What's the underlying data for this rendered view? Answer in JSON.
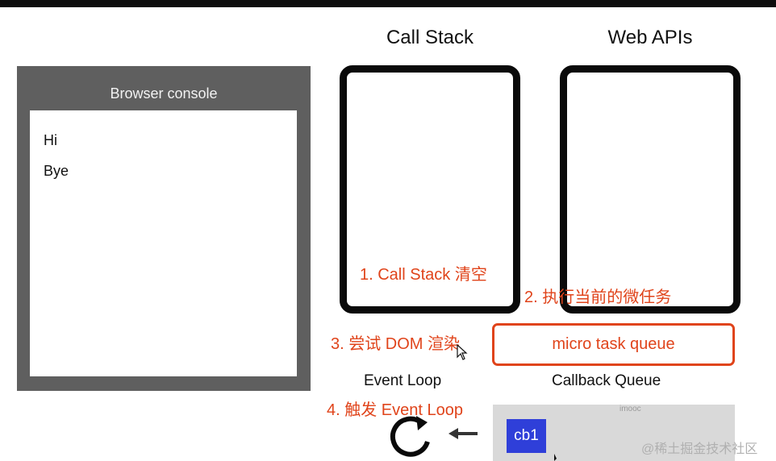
{
  "console": {
    "title": "Browser console",
    "lines": [
      "Hi",
      "Bye"
    ]
  },
  "columns": {
    "call_stack_title": "Call Stack",
    "web_apis_title": "Web APIs"
  },
  "notes": {
    "step1": "1. Call Stack 清空",
    "step2": "2. 执行当前的微任务",
    "step3": "3. 尝试 DOM 渲染",
    "step4": "4. 触发 Event Loop"
  },
  "micro_task_queue": {
    "label": "micro task queue"
  },
  "event_loop": {
    "label": "Event Loop"
  },
  "callback_queue": {
    "label": "Callback Queue",
    "items": [
      "cb1"
    ],
    "watermark": "imooc"
  },
  "watermark": "@稀土掘金技术社区",
  "colors": {
    "accent_red": "#e0441b",
    "chip_blue": "#2f3fd9",
    "console_frame": "#5f5f5f",
    "queue_gray": "#d9d9d9"
  }
}
